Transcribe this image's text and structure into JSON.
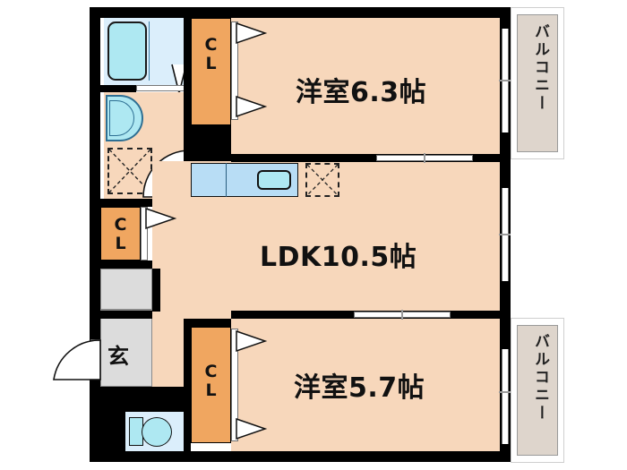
{
  "plan": {
    "type": "japanese-floor-plan",
    "background": "#ffffff",
    "wall_color": "#000000",
    "room_fill": "#F7D7BB",
    "closet_fill": "#F0A660",
    "water_fill": "#AEE8F2",
    "bath_fill": "#DBEEFB",
    "entry_fill": "#DCDCDC",
    "balcony_fill": "#DED5CC",
    "counter_fill": "#B8DDF5"
  },
  "rooms": {
    "bedroom_north": {
      "label": "洋室6.3帖",
      "size": "6.3",
      "unit": "帖"
    },
    "living": {
      "label": "LDK10.5帖",
      "size": "10.5",
      "unit": "帖"
    },
    "bedroom_south": {
      "label": "洋室5.7帖",
      "size": "5.7",
      "unit": "帖"
    }
  },
  "closets": {
    "north": {
      "line1": "C",
      "line2": "L"
    },
    "middle": {
      "line1": "C",
      "line2": "L"
    },
    "south": {
      "line1": "C",
      "line2": "L"
    }
  },
  "entrance": {
    "label": "玄",
    "name": "genkan"
  },
  "balconies": {
    "north": {
      "label": "バルコニー"
    },
    "south": {
      "label": "バルコニー"
    }
  },
  "fixtures": {
    "bathtub": "bathtub",
    "washbasin": "washbasin",
    "washer_space": "washing-machine-space",
    "toilet": "toilet",
    "kitchen_sink": "kitchen-sink",
    "refrigerator_space": "refrigerator-space"
  }
}
